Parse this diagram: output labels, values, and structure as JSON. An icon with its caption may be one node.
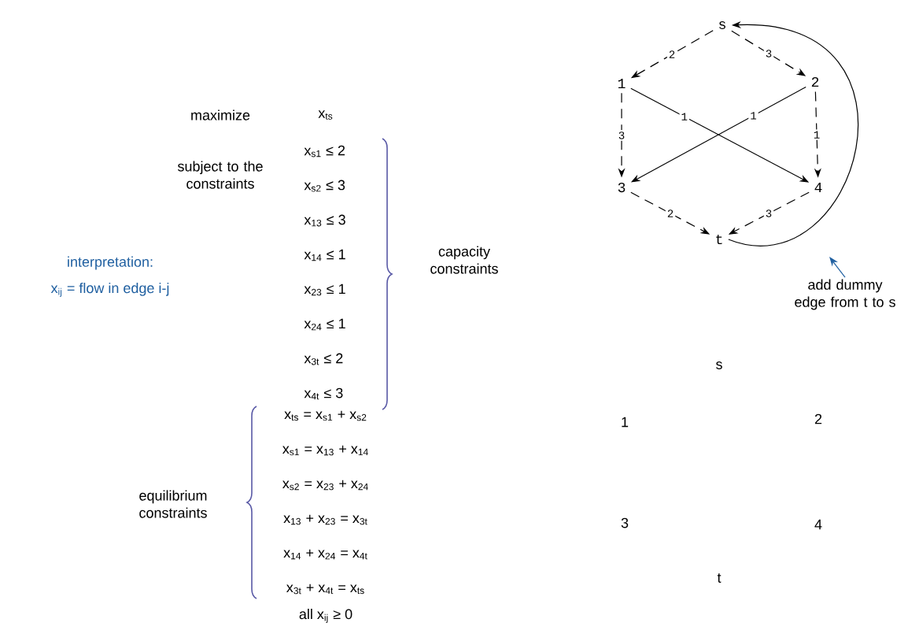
{
  "diagram": {
    "nodes": [
      {
        "text": [
          "s"
        ]
      },
      {
        "text": [
          "1"
        ]
      },
      {
        "text": [
          "2"
        ]
      },
      {
        "text": [
          "3"
        ]
      },
      {
        "text": [
          "4"
        ]
      },
      {
        "text": [
          "t"
        ]
      },
      {
        "text": [
          "add dummy edge from t to s"
        ]
      }
    ],
    "edges": [
      {
        "from": 0,
        "to": 1,
        "arrow": "to",
        "label": "2",
        "style": "dashed"
      },
      {
        "from": 0,
        "to": 2,
        "arrow": "to",
        "label": "3",
        "style": "dashed"
      },
      {
        "from": 1,
        "to": 3,
        "arrow": "to",
        "label": "3",
        "style": "dashed"
      },
      {
        "from": 1,
        "to": 4,
        "arrow": "to",
        "label": "1"
      },
      {
        "from": 2,
        "to": 3,
        "arrow": "to",
        "label": "1"
      },
      {
        "from": 2,
        "to": 4,
        "arrow": "to",
        "label": "1",
        "style": "dashed"
      },
      {
        "from": 3,
        "to": 5,
        "arrow": "to",
        "label": "2",
        "style": "dashed"
      },
      {
        "from": 4,
        "to": 5,
        "arrow": "to",
        "label": "3",
        "style": "dashed"
      },
      {
        "from": 5,
        "to": 0,
        "arrow": "to"
      },
      {
        "from": 6,
        "to": null,
        "arrow": "to",
        "color": "#1f5fa0"
      }
    ],
    "labels": [
      "maximize",
      "x$_{ts}$",
      "subject to the constraints",
      "x$_{s1}$ ≤ 2",
      "x$_{s2}$ ≤ 3",
      "x$_{13}$ ≤ 3",
      "x$_{14}$ ≤ 1",
      "x$_{23}$ ≤ 1",
      "x$_{24}$ ≤ 1",
      "x$_{3t}$ ≤ 2",
      "x$_{4t}$ ≤ 3",
      "capacity constraints",
      "interpretation:",
      "x$_{ij}$ = flow in edge i-j",
      "equilibrium constraints",
      "x$_{ts}$ = x$_{s1}$ + x$_{s2}$",
      "x$_{s1}$ = x$_{13}$ + x$_{14}$",
      "x$_{s2}$ = x$_{23}$ + x$_{24}$",
      "x$_{13}$ + x$_{23}$ = x$_{3t}$",
      "x$_{14}$ + x$_{24}$ = x$_{4t}$",
      "x$_{3t}$ + x$_{4t}$ = x$_{ts}$",
      "all x$_{ij}$ ≥ 0",
      "s",
      "1",
      "2",
      "3",
      "4",
      "t"
    ]
  }
}
